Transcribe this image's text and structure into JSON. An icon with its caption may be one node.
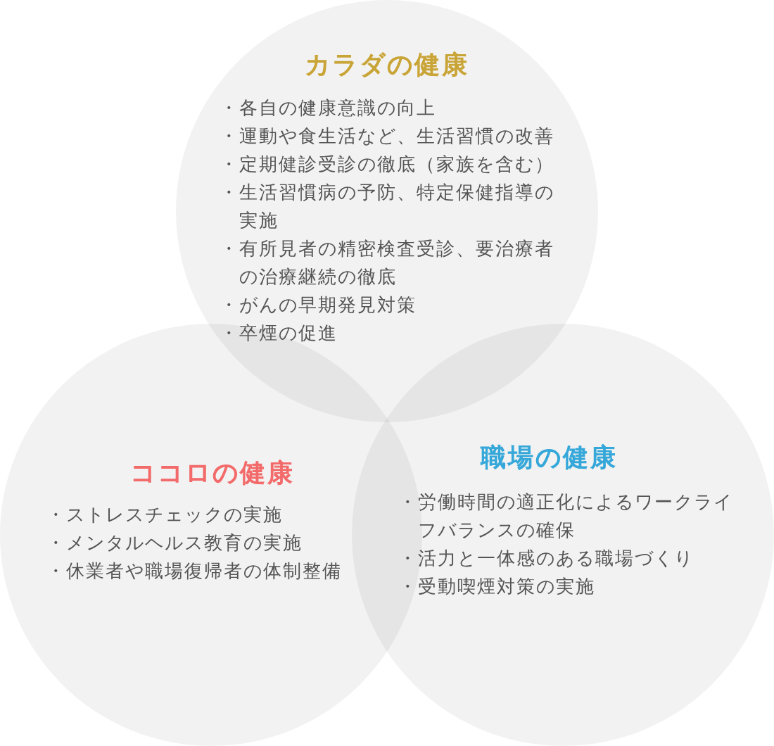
{
  "diagram": {
    "nodes": [
      {
        "text": [
          "カラダの健康",
          "・各自の健康意識の向上",
          "・運動や食生活など、生活習慣の改善",
          "・定期健診受診の徹底（家族を含む）",
          "・生活習慣病の予防、特定保健指導の実施",
          "・有所見者の精密検査受診、要治療者の治療継続の徹底",
          "・がんの早期発見対策",
          "・卒煙の促進"
        ]
      },
      {
        "text": [
          "ココロの健康",
          "・ストレスチェックの実施",
          "・メンタルヘルス教育の実施",
          "・休業者や職場復帰者の体制整備"
        ]
      },
      {
        "text": [
          "職場の健康",
          "・労働時間の適正化によるワークライフバランスの確保",
          "・活力と一体感のある職場づくり",
          "・受動喫煙対策の実施"
        ]
      }
    ]
  }
}
